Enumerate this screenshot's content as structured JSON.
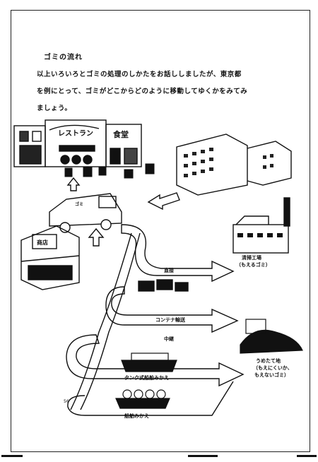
{
  "section": {
    "title": "ゴミの流れ",
    "body_lines": [
      "以上いろいろとゴミの処理のしかたをお話ししましたが、東京都",
      "を例にとって、ゴミがどこからどのように移動してゆくかをみてみ",
      "ましょう。"
    ]
  },
  "signs": {
    "restaurant": "レストラン",
    "diner": "食堂",
    "store": "商店",
    "truck": "ゴミ"
  },
  "labels": {
    "direct": "直接",
    "container": "コンテナ輸送",
    "relay": "中継",
    "incinerator": "清掃工場",
    "incinerator_sub": "（もえるゴミ）",
    "landfill": "うめたて地",
    "landfill_sub1": "（もえにくいか、",
    "landfill_sub2": "もえないゴミ）",
    "barge_tank": "タンク式船舶みかえ",
    "barge_transfer": "船舶みかえ"
  },
  "page_number": "56"
}
